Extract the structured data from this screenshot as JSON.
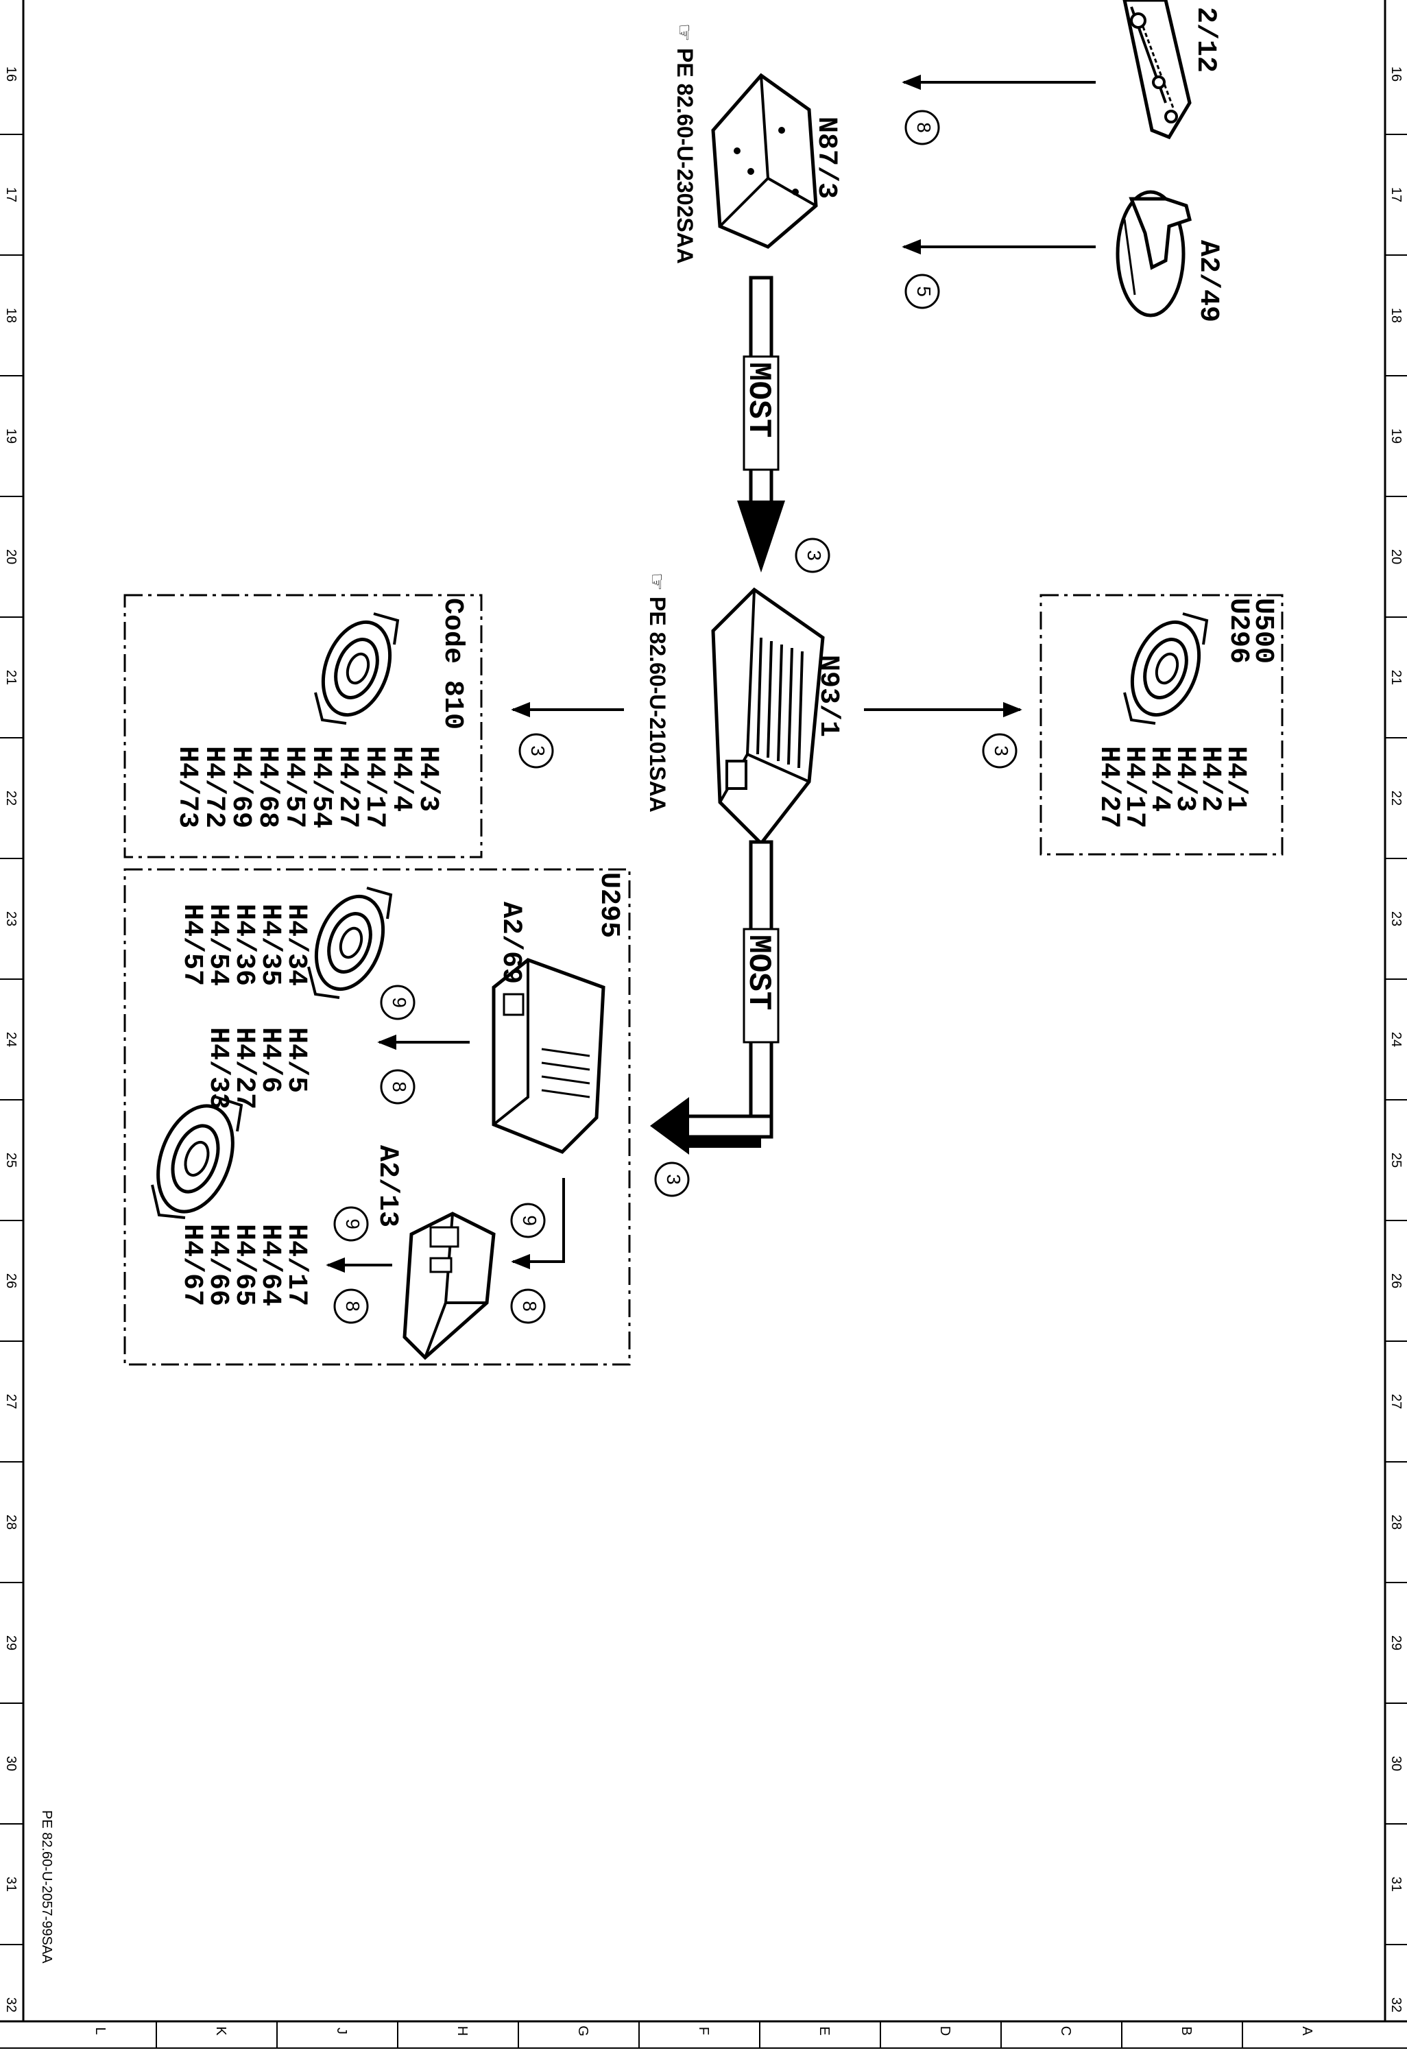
{
  "frame": {
    "row_numbers": [
      "16",
      "17",
      "18",
      "19",
      "20",
      "21",
      "22",
      "23",
      "24",
      "25",
      "26",
      "27",
      "28",
      "29",
      "30",
      "31",
      "32"
    ],
    "column_letters": [
      "L",
      "K",
      "J",
      "H",
      "G",
      "F",
      "E",
      "D",
      "C",
      "B",
      "A"
    ],
    "footer_id": "PE 82.60-U-2057-99SAA"
  },
  "components": {
    "a2_12": "2/12",
    "a2_49": "A2/49",
    "n87_3": "N87/3",
    "n87_3_ref": "PE 82.60-U-2302SAA",
    "n93_1": "N93/1",
    "n93_1_ref": "PE 82.60-U-2101SAA",
    "most_upper": "MOST",
    "most_lower": "MOST",
    "a2_69": "A2/69",
    "a2_13": "A2/13"
  },
  "circles": {
    "c8_top": "8",
    "c5_top": "5",
    "c3_center": "3",
    "c3_left": "3",
    "c3_right": "3",
    "c3_bottom": "3",
    "c9_a": "9",
    "c8_a": "8",
    "c9_b": "9",
    "c8_b": "8",
    "c9_c": "9",
    "c8_c": "8"
  },
  "boxes": {
    "code810": {
      "title": "Code 810",
      "col1": [
        "H4/3",
        "H4/4",
        "H4/17",
        "H4/27",
        "H4/54",
        "H4/57",
        "H4/68",
        "H4/69",
        "H4/72",
        "H4/73"
      ]
    },
    "u500": {
      "title1": "U500",
      "title2": "U296",
      "col1": [
        "H4/1",
        "H4/2",
        "H4/3",
        "H4/4",
        "H4/17",
        "H4/27"
      ]
    },
    "u295": {
      "title": "U295",
      "left_col1": [
        "H4/34",
        "H4/35",
        "H4/36",
        "H4/54",
        "H4/57"
      ],
      "left_col2": [
        "H4/5",
        "H4/6",
        "H4/27",
        "H4/33"
      ],
      "right_col": [
        "H4/17",
        "H4/64",
        "H4/65",
        "H4/66",
        "H4/67"
      ]
    }
  }
}
